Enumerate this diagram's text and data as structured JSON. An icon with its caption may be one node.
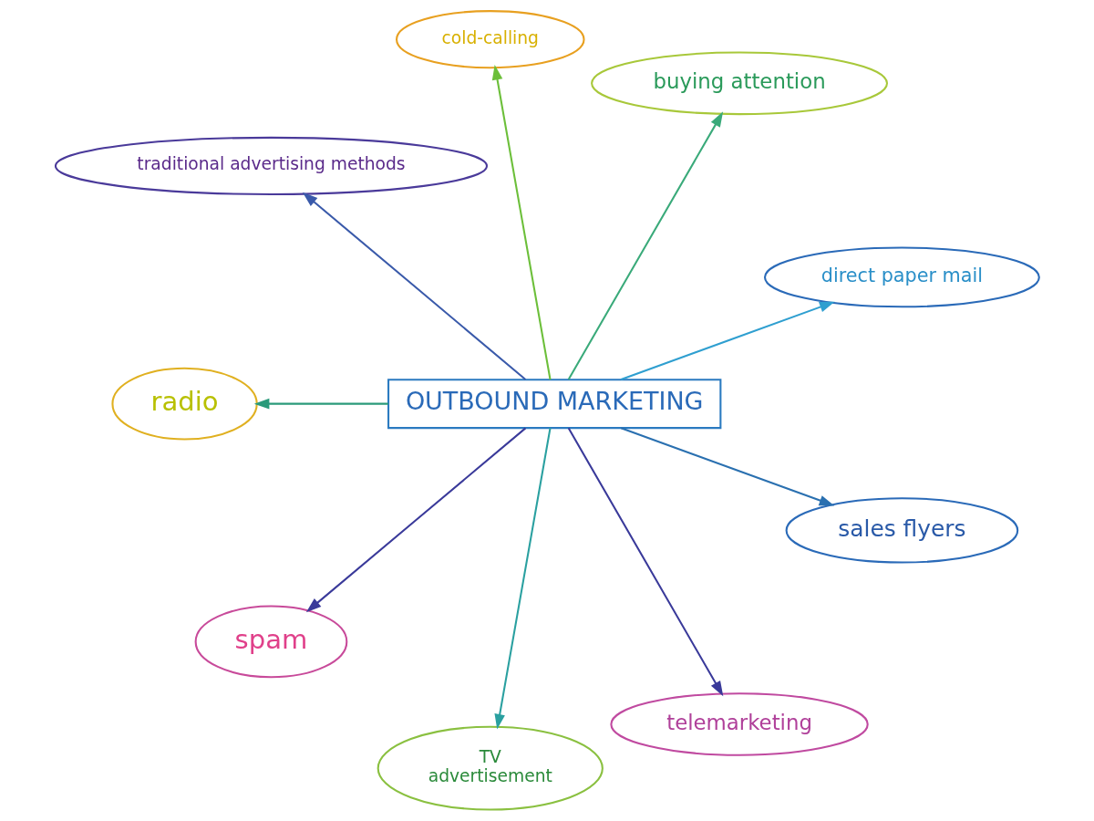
{
  "diagram": {
    "nodes": [
      {
        "text": [
          "OUTBOUND MARKETING"
        ]
      },
      {
        "text": [
          "direct paper mail"
        ]
      },
      {
        "text": [
          "buying attention"
        ]
      },
      {
        "text": [
          "cold-calling"
        ]
      },
      {
        "text": [
          "traditional advertising methods"
        ]
      },
      {
        "text": [
          "radio"
        ]
      },
      {
        "text": [
          "spam"
        ]
      },
      {
        "text": [
          "TV",
          "advertisement"
        ]
      },
      {
        "text": [
          "telemarketing"
        ]
      },
      {
        "text": [
          "sales flyers"
        ]
      }
    ],
    "edges": [
      {
        "from": 0,
        "to": 1,
        "arrow": "to",
        "color": "#2f9fd0"
      },
      {
        "from": 0,
        "to": 2,
        "arrow": "to",
        "color": "#3aaa7a"
      },
      {
        "from": 0,
        "to": 3,
        "arrow": "to",
        "color": "#6cbf3a"
      },
      {
        "from": 0,
        "to": 4,
        "arrow": "to",
        "color": "#3a5aaa"
      },
      {
        "from": 0,
        "to": 5,
        "arrow": "to",
        "color": "#2a9a7a"
      },
      {
        "from": 0,
        "to": 6,
        "arrow": "to",
        "color": "#3a3a9a"
      },
      {
        "from": 0,
        "to": 7,
        "arrow": "to",
        "color": "#2aa0a0"
      },
      {
        "from": 0,
        "to": 8,
        "arrow": "to",
        "color": "#3a3a9a"
      },
      {
        "from": 0,
        "to": 9,
        "arrow": "to",
        "color": "#2a70b0"
      }
    ]
  }
}
